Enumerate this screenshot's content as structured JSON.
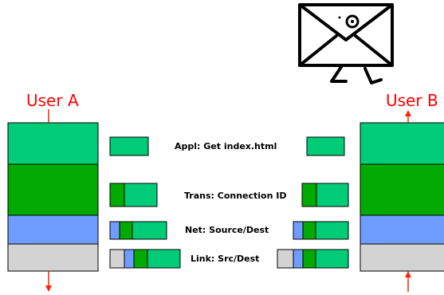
{
  "users": {
    "a_label": "User A",
    "b_label": "User B"
  },
  "layers": [
    {
      "key": "appl",
      "label": "Appl: Get index.html"
    },
    {
      "key": "trans",
      "label": "Trans: Connection ID"
    },
    {
      "key": "net",
      "label": "Net: Source/Dest"
    },
    {
      "key": "link",
      "label": "Link: Src/Dest"
    }
  ],
  "colors": {
    "application": "#00cc77",
    "transport": "#00aa00",
    "network": "#6f9cff",
    "link": "#d3d3d3",
    "arrow": "#ff2200",
    "outline": "#000000"
  },
  "icons": {
    "message": "envelope-icon"
  }
}
